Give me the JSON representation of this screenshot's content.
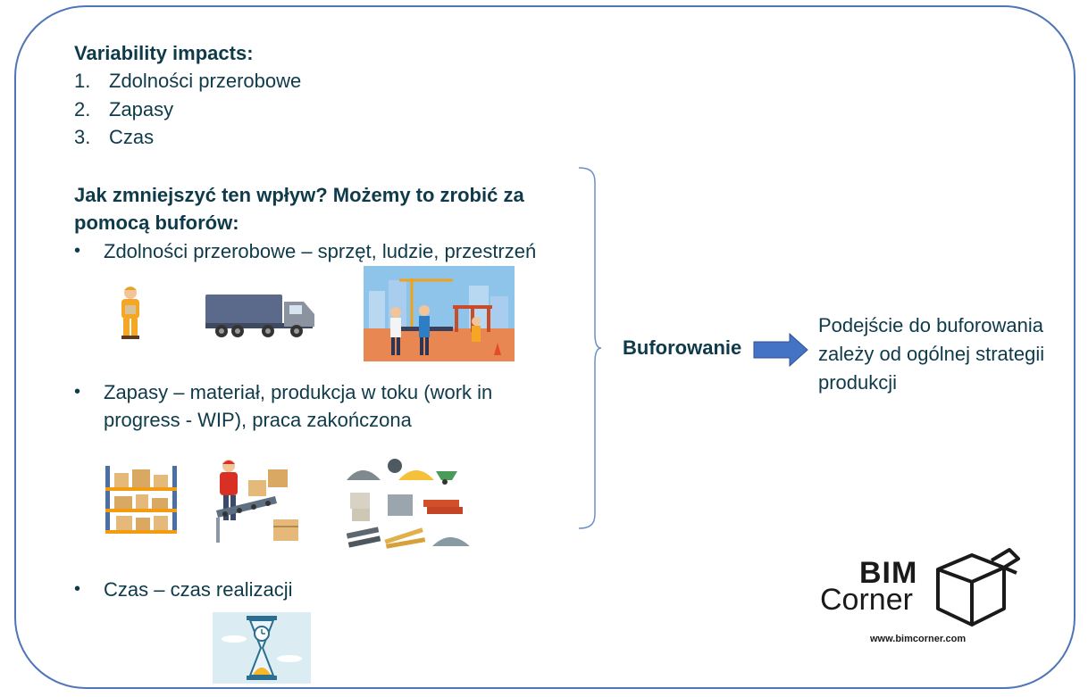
{
  "heading": "Variability impacts:",
  "impacts": [
    {
      "num": "1.",
      "text": "Zdolności przerobowe"
    },
    {
      "num": "2.",
      "text": "Zapasy"
    },
    {
      "num": "3.",
      "text": "Czas"
    }
  ],
  "question": [
    "Jak zmniejszyć ten wpływ? Możemy to zrobić za",
    "pomocą buforów:"
  ],
  "bullets": [
    {
      "mark": "•",
      "lines": [
        "Zdolności przerobowe – sprzęt, ludzie, przestrzeń"
      ]
    },
    {
      "mark": "•",
      "lines": [
        "Zapasy – materiał, produkcja w toku (work in",
        "progress  - WIP), praca zakończona"
      ]
    },
    {
      "mark": "•",
      "lines": [
        "Czas – czas realizacji"
      ]
    }
  ],
  "buffer_label": "Buforowanie",
  "result": [
    "Podejście do buforowania",
    "zależy od ogólnej strategii",
    "produkcji"
  ],
  "logo": {
    "line1": "BIM",
    "line2": "Corner",
    "url": "www.bimcorner.com"
  },
  "colors": {
    "text": "#0e3a4a",
    "frame": "#4f75b8",
    "arrow": "#4472c4",
    "brace": "#6b8fc6"
  },
  "icons": [
    "worker-icon",
    "truck-icon",
    "construction-site-icon",
    "warehouse-shelf-icon",
    "conveyor-worker-icon",
    "building-materials-icon",
    "hourglass-icon"
  ]
}
